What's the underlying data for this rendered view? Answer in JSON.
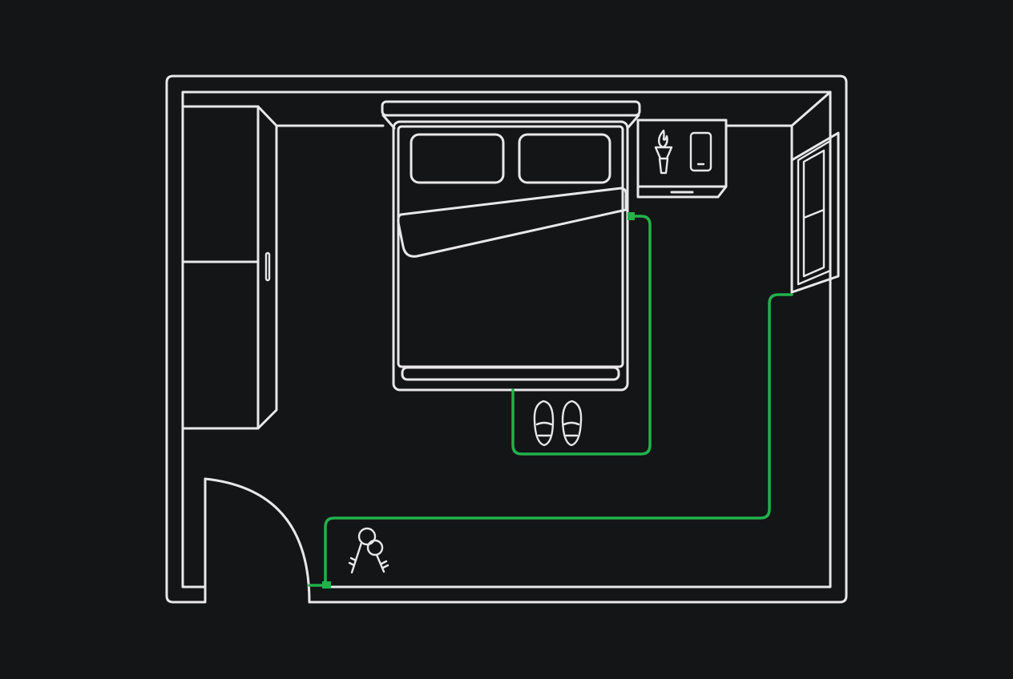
{
  "colors": {
    "background": "#141517",
    "line": "#e8e8e8",
    "route": "#22b24c"
  },
  "diagram": {
    "type": "floor-plan",
    "room": "bedroom",
    "elements": [
      "wardrobe",
      "door",
      "bed",
      "pillows",
      "blanket",
      "nightstand",
      "lamp",
      "phone",
      "window",
      "shoes",
      "keys",
      "route"
    ],
    "icons": [
      "lamp-icon",
      "phone-icon",
      "shoes-icon",
      "keys-icon"
    ]
  }
}
